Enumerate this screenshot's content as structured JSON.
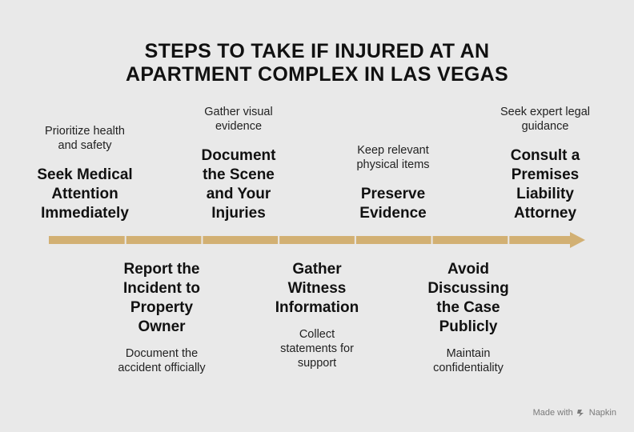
{
  "title": {
    "line1": "STEPS TO TAKE IF INJURED AT AN",
    "line2": "APARTMENT COMPLEX IN LAS VEGAS"
  },
  "colors": {
    "arrow": "#d2b073",
    "text": "#111111",
    "background": "#e9e9e9",
    "footer": "#7a7a7a"
  },
  "steps": [
    {
      "heading": [
        "Seek Medical",
        "Attention",
        "Immediately"
      ],
      "desc": [
        "Prioritize health",
        "and safety"
      ],
      "position": "above"
    },
    {
      "heading": [
        "Report the",
        "Incident to",
        "Property",
        "Owner"
      ],
      "desc": [
        "Document the",
        "accident officially"
      ],
      "position": "below"
    },
    {
      "heading": [
        "Document",
        "the Scene",
        "and Your",
        "Injuries"
      ],
      "desc": [
        "Gather visual",
        "evidence"
      ],
      "position": "above"
    },
    {
      "heading": [
        "Gather",
        "Witness",
        "Information"
      ],
      "desc": [
        "Collect",
        "statements for",
        "support"
      ],
      "position": "below"
    },
    {
      "heading": [
        "Preserve",
        "Evidence"
      ],
      "desc": [
        "Keep relevant",
        "physical items"
      ],
      "position": "above"
    },
    {
      "heading": [
        "Avoid",
        "Discussing",
        "the Case",
        "Publicly"
      ],
      "desc": [
        "Maintain",
        "confidentiality"
      ],
      "position": "below"
    },
    {
      "heading": [
        "Consult a",
        "Premises",
        "Liability",
        "Attorney"
      ],
      "desc": [
        "Seek expert legal",
        "guidance"
      ],
      "position": "above"
    }
  ],
  "footer": {
    "prefix": "Made with",
    "brand": "Napkin",
    "icon": "napkin-logo-icon"
  }
}
